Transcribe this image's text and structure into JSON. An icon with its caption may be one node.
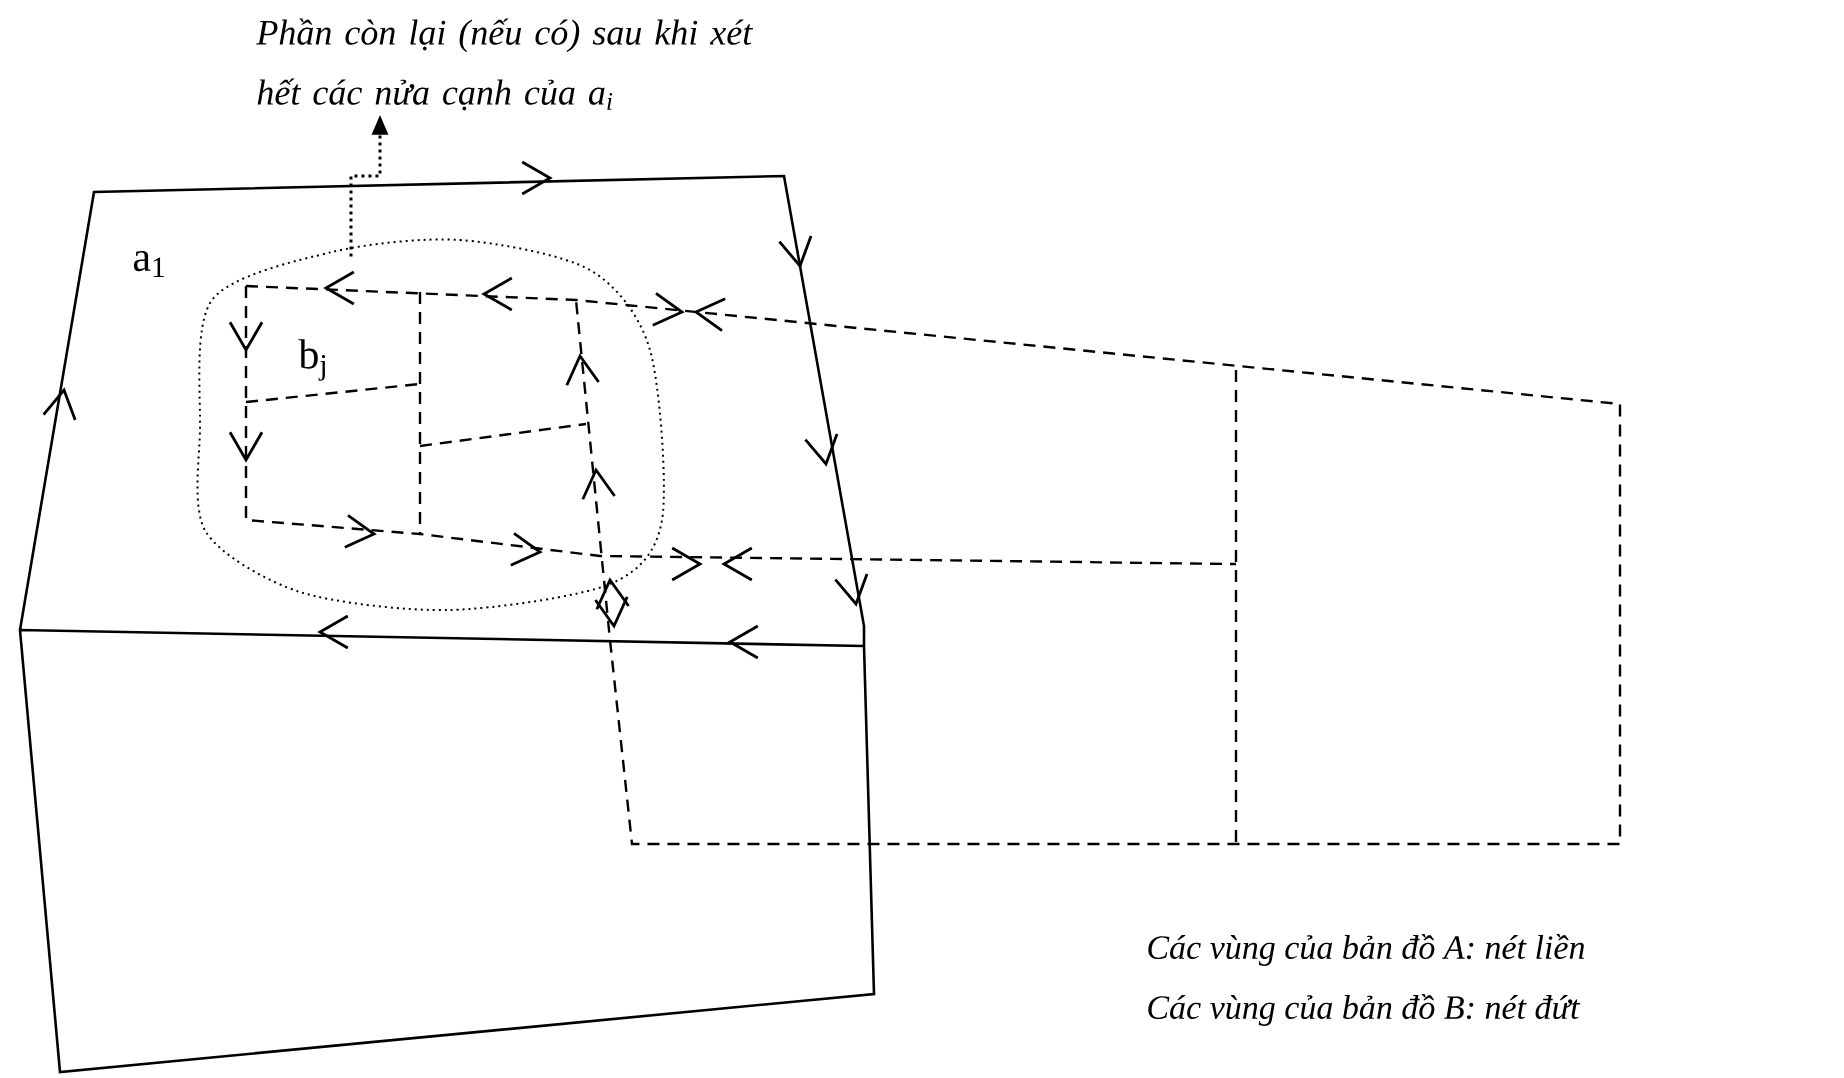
{
  "diagram": {
    "nodes": [
      {
        "text": [
          "Phần còn lại (nếu có) sau khi xét hết các nửa cạnh của a$_{i}$"
        ]
      },
      {
        "text": [],
        "shape": "cloud"
      }
    ],
    "edges": [
      {
        "from": 1,
        "to": 0,
        "arrow": "to",
        "style": "dashed"
      }
    ],
    "labels": [
      "a$_{1}$",
      "b$_{j}$",
      "Các vùng của bản đồ A: nét liền",
      "Các vùng của bản đồ B: nét đứt"
    ]
  }
}
